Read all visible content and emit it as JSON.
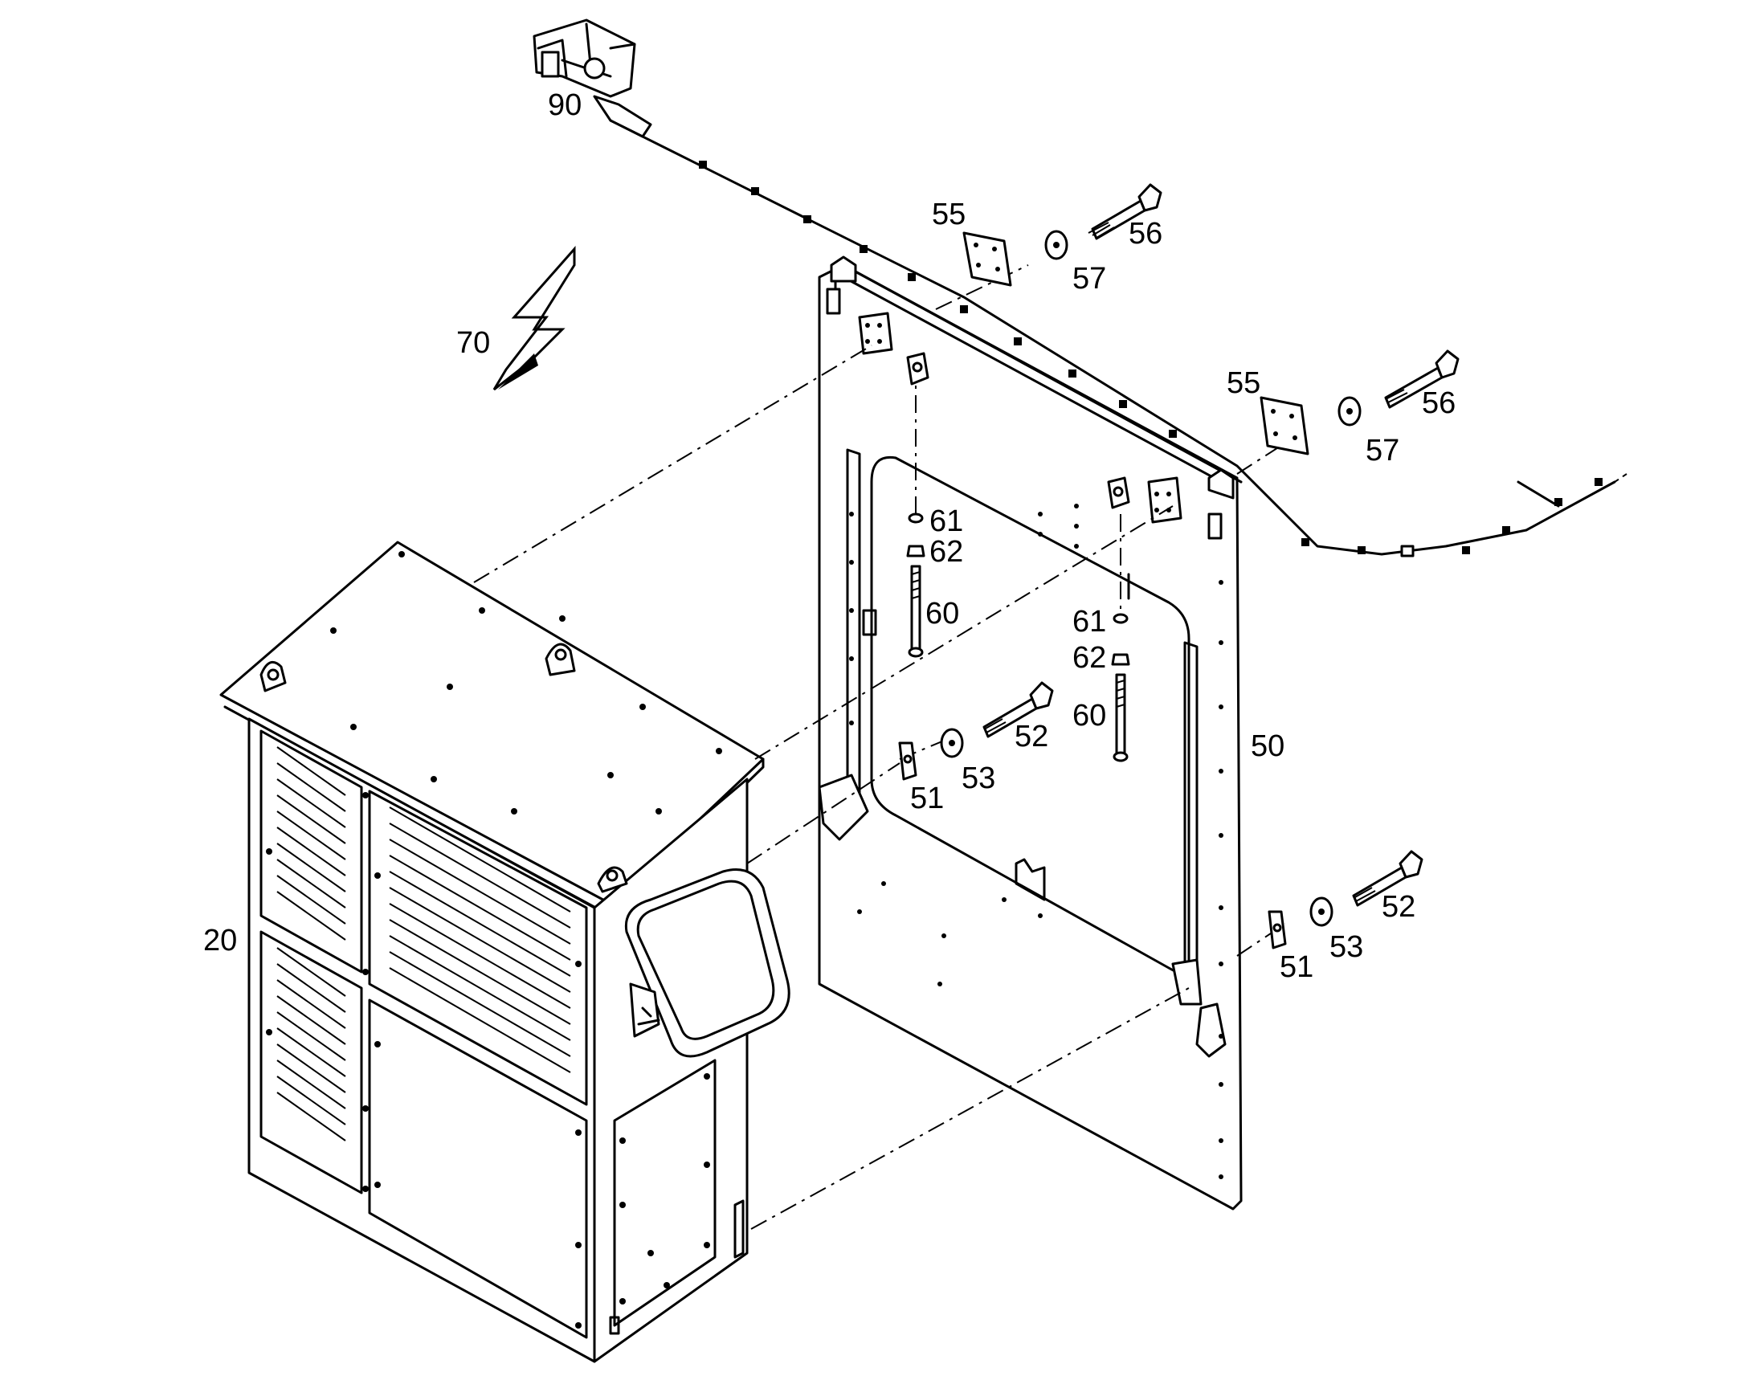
{
  "diagram": {
    "callouts": {
      "c20": "20",
      "c50": "50",
      "c51a": "51",
      "c51b": "51",
      "c52a": "52",
      "c52b": "52",
      "c53a": "53",
      "c53b": "53",
      "c55a": "55",
      "c55b": "55",
      "c56a": "56",
      "c56b": "56",
      "c57a": "57",
      "c57b": "57",
      "c60a": "60",
      "c60b": "60",
      "c61a": "61",
      "c61b": "61",
      "c62a": "62",
      "c62b": "62",
      "c70": "70",
      "c90": "90"
    },
    "line_color": "#000000",
    "background": "#ffffff"
  }
}
